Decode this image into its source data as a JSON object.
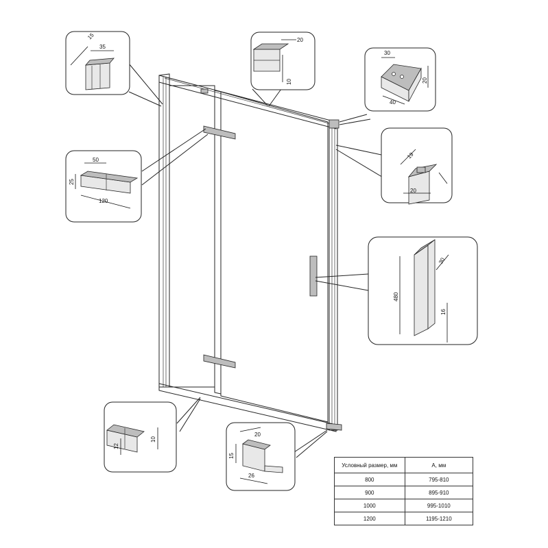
{
  "callouts": {
    "top_left_profile": {
      "dims": [
        "15",
        "35"
      ]
    },
    "top_rail": {
      "dims": [
        "20",
        "10"
      ]
    },
    "top_right_bracket": {
      "dims": [
        "30",
        "20",
        "40"
      ]
    },
    "hinge": {
      "dims": [
        "50",
        "25",
        "120"
      ]
    },
    "right_profile": {
      "dims": [
        "19",
        "20"
      ]
    },
    "handle": {
      "dims": [
        "30",
        "480",
        "16"
      ]
    },
    "bottom_seal": {
      "dims": [
        "12",
        "10"
      ]
    },
    "bottom_stop": {
      "dims": [
        "20",
        "15",
        "26"
      ]
    }
  },
  "size_table": {
    "headers": [
      "Условный размер, мм",
      "А, мм"
    ],
    "rows": [
      [
        "800",
        "795-810"
      ],
      [
        "900",
        "895-910"
      ],
      [
        "1000",
        "995-1010"
      ],
      [
        "1200",
        "1195-1210"
      ]
    ]
  }
}
